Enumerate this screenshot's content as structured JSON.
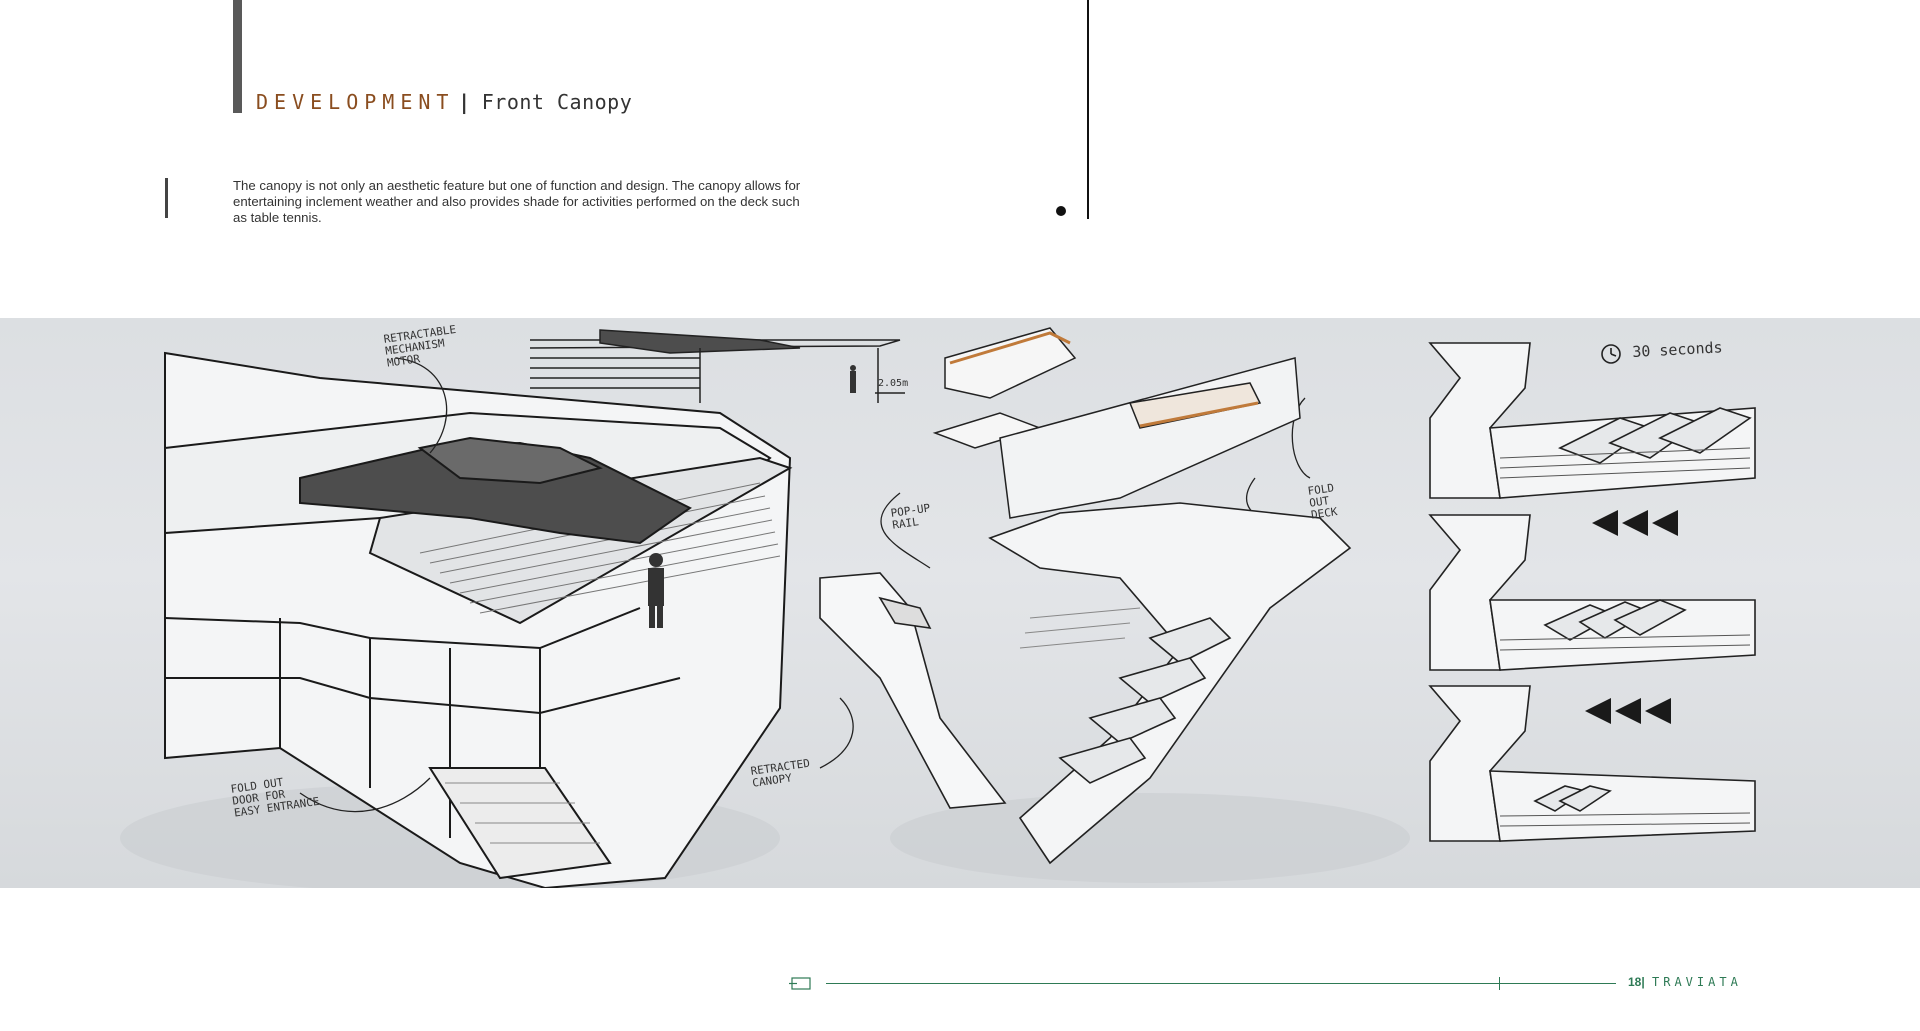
{
  "header": {
    "section": "DEVELOPMENT",
    "separator": "|",
    "topic": "Front Canopy"
  },
  "body": {
    "paragraph": "The canopy is not only an aesthetic feature but one of function and design. The canopy allows for entertaining inclement weather and also provides shade for activities performed on the deck such as table tennis."
  },
  "annotations": {
    "retractable_motor": "RETRACTABLE\nMECHANISM\nMOTOR",
    "fold_out_door": "FOLD OUT\nDOOR FOR\nEASY ENTRANCE",
    "pop_up_rail": "POP-UP\nRAIL",
    "fold_out_deck": "FOLD\nOUT\nDECK",
    "retracted_canopy": "RETRACTED\nCANOPY",
    "height_dim": "2.05m",
    "timer": "30 seconds"
  },
  "footer": {
    "page_number": "18|",
    "brand": "TRAVIATA"
  },
  "colors": {
    "accent_brown": "#8a4d1f",
    "footer_green": "#2e7a55",
    "sketch_bg": "#dfe1e4"
  }
}
